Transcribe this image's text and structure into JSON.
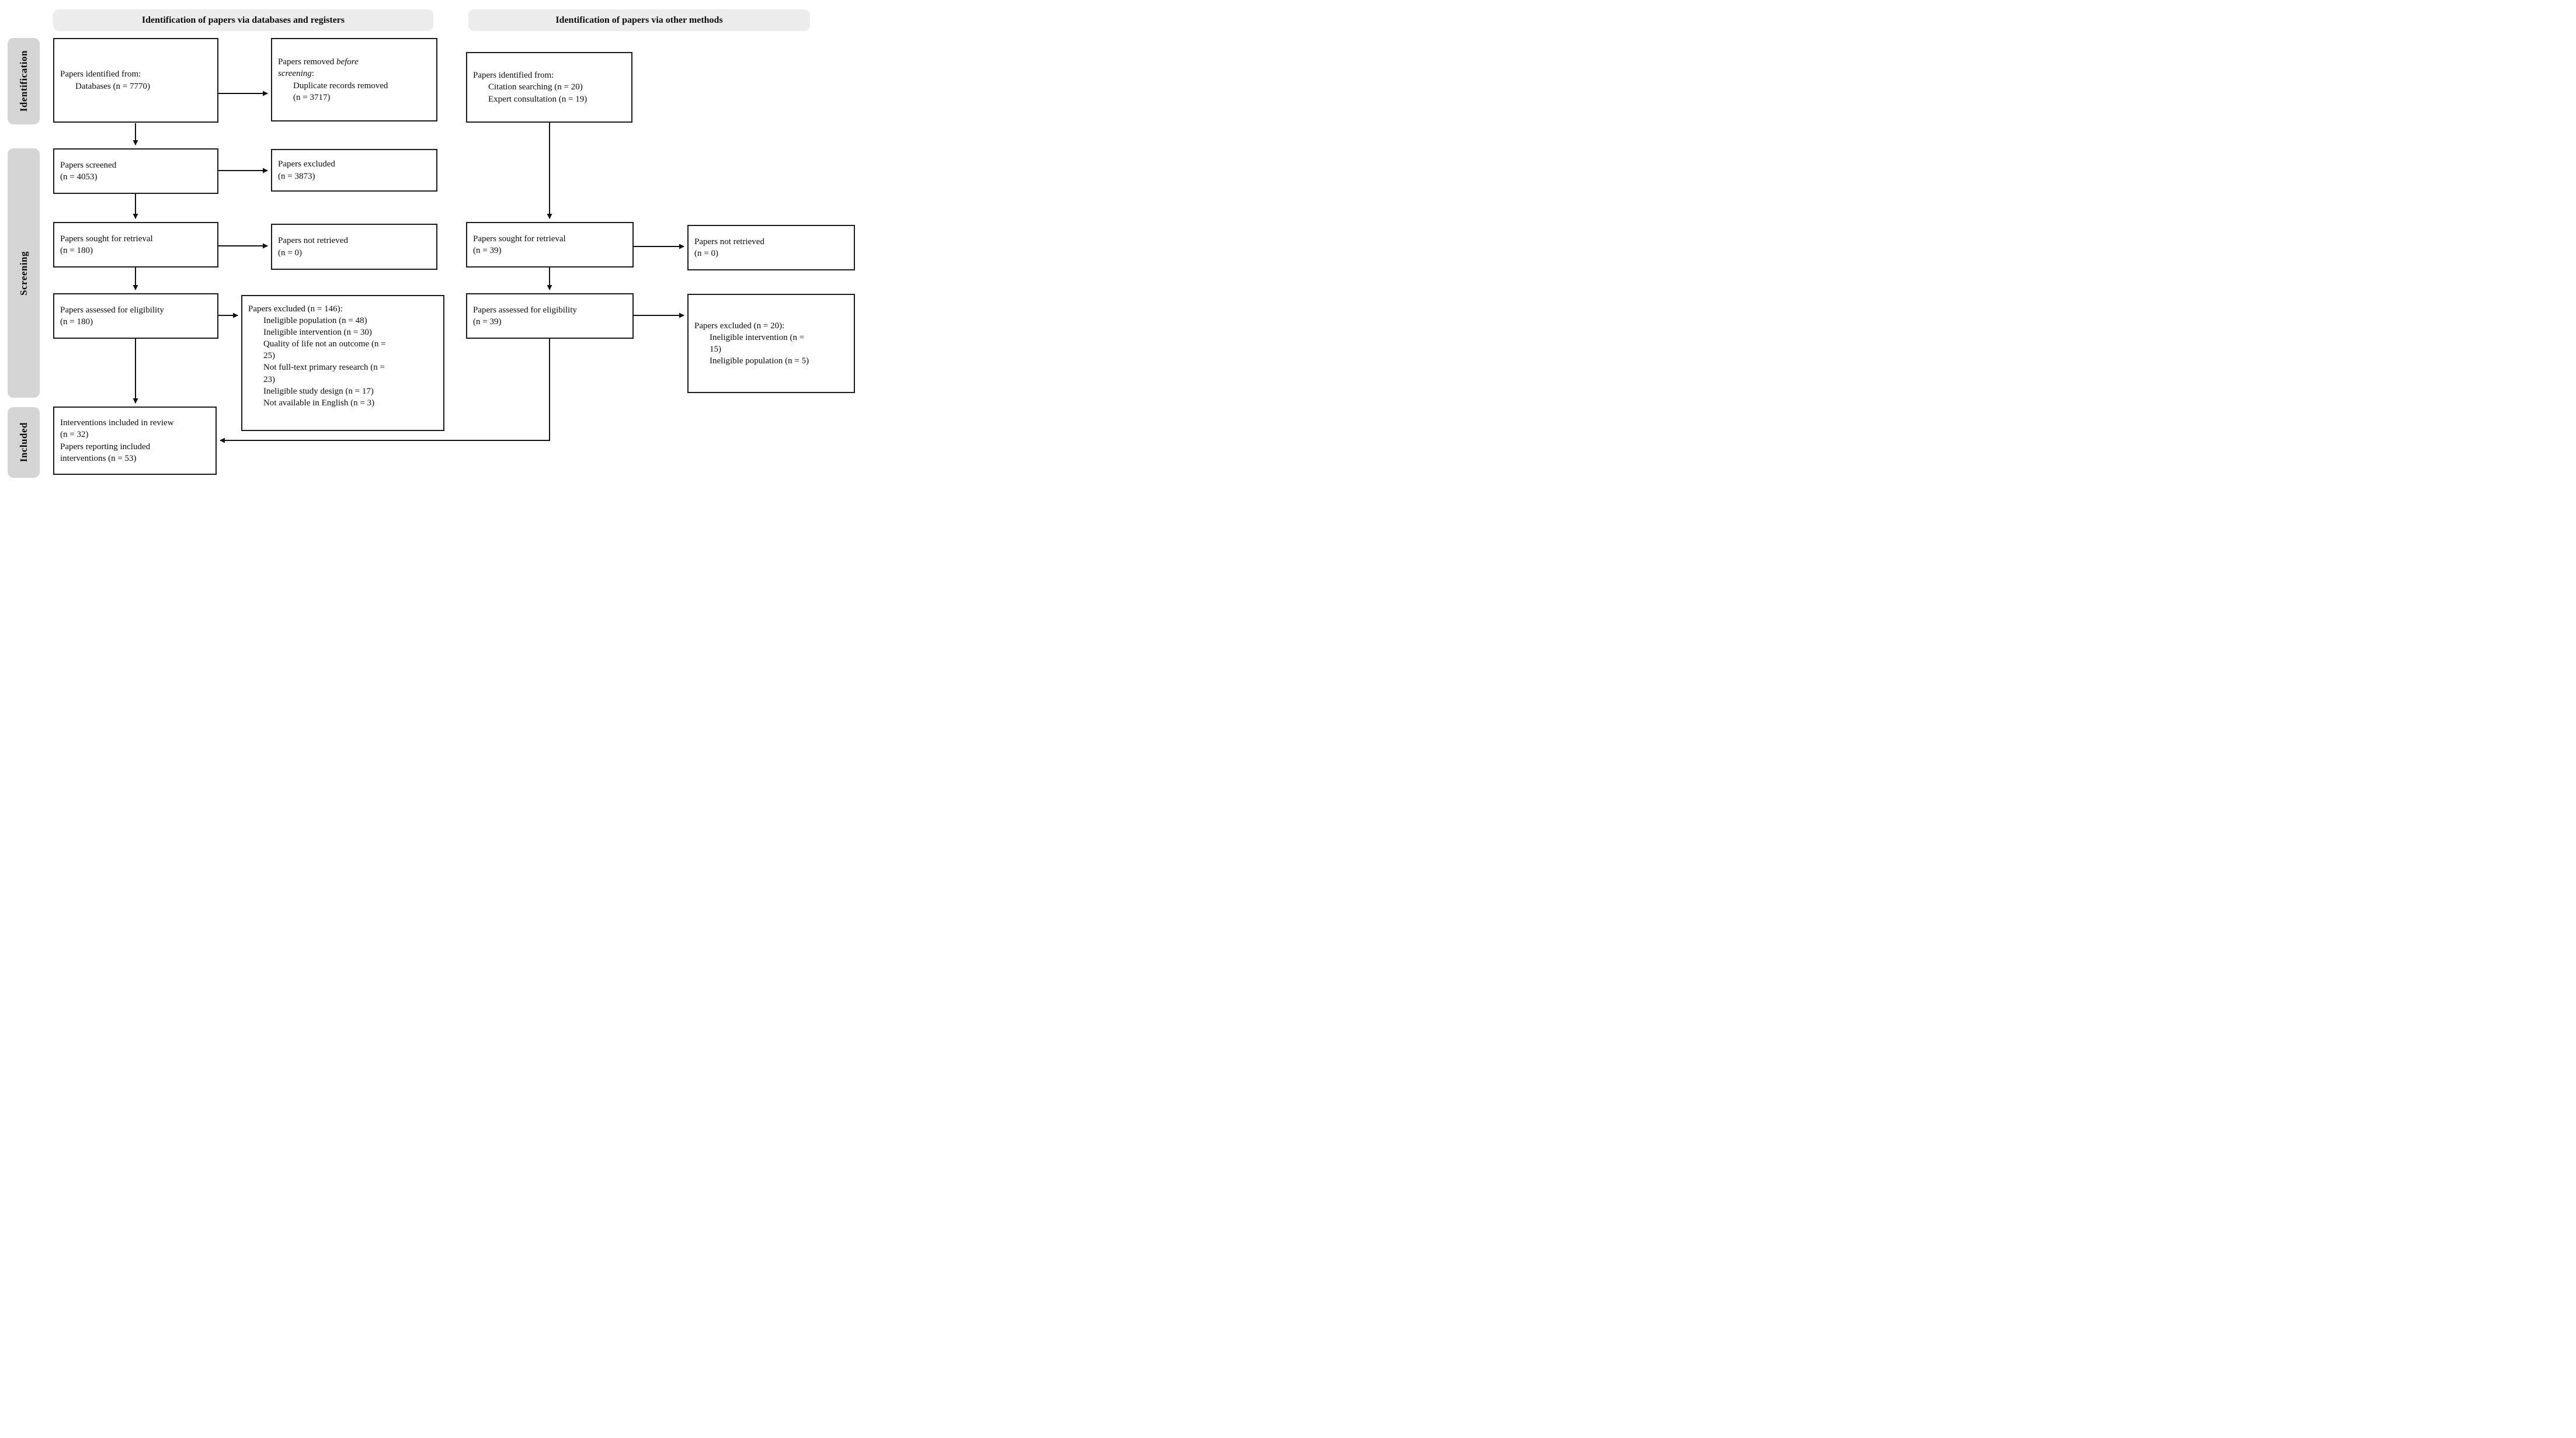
{
  "colors": {
    "header_bg": "#ececec",
    "stage_bg": "#d5d5d5",
    "box_border": "#1c1c1c"
  },
  "headers": {
    "left": "Identification of papers via databases and registers",
    "right": "Identification of papers via other methods"
  },
  "stages": [
    "Identification",
    "Screening",
    "Included"
  ],
  "boxes": {
    "identified_db": {
      "lines": [
        {
          "segs": [
            {
              "t": "Papers identified from:"
            }
          ]
        },
        {
          "indent": true,
          "segs": [
            {
              "t": "Databases (n = 7770)"
            }
          ]
        }
      ]
    },
    "removed_before_screening": {
      "lines": [
        {
          "segs": [
            {
              "t": "Papers removed "
            },
            {
              "t": "before",
              "it": true
            }
          ]
        },
        {
          "segs": [
            {
              "t": "screening",
              "it": true
            },
            {
              "t": ":"
            }
          ]
        },
        {
          "indent": true,
          "segs": [
            {
              "t": "Duplicate records removed"
            }
          ]
        },
        {
          "indent": true,
          "segs": [
            {
              "t": "(n = 3717)"
            }
          ]
        }
      ]
    },
    "identified_other": {
      "lines": [
        {
          "segs": [
            {
              "t": "Papers identified from:"
            }
          ]
        },
        {
          "indent": true,
          "segs": [
            {
              "t": "Citation searching (n = 20)"
            }
          ]
        },
        {
          "indent": true,
          "segs": [
            {
              "t": "Expert consultation (n = 19)"
            }
          ]
        }
      ]
    },
    "screened": {
      "lines": [
        {
          "segs": [
            {
              "t": "Papers screened"
            }
          ]
        },
        {
          "segs": [
            {
              "t": "(n = 4053)"
            }
          ]
        }
      ]
    },
    "excluded_screening": {
      "lines": [
        {
          "segs": [
            {
              "t": "Papers excluded"
            }
          ]
        },
        {
          "segs": [
            {
              "t": "(n = 3873)"
            }
          ]
        }
      ]
    },
    "sought_db": {
      "lines": [
        {
          "segs": [
            {
              "t": "Papers sought for retrieval"
            }
          ]
        },
        {
          "segs": [
            {
              "t": "(n = 180)"
            }
          ]
        }
      ]
    },
    "not_retrieved_db": {
      "lines": [
        {
          "segs": [
            {
              "t": "Papers not retrieved"
            }
          ]
        },
        {
          "segs": [
            {
              "t": "(n = 0)"
            }
          ]
        }
      ]
    },
    "sought_other": {
      "lines": [
        {
          "segs": [
            {
              "t": "Papers sought for retrieval"
            }
          ]
        },
        {
          "segs": [
            {
              "t": "(n = 39)"
            }
          ]
        }
      ]
    },
    "not_retrieved_other": {
      "lines": [
        {
          "segs": [
            {
              "t": "Papers not retrieved"
            }
          ]
        },
        {
          "segs": [
            {
              "t": "(n = 0)"
            }
          ]
        }
      ]
    },
    "assessed_db": {
      "lines": [
        {
          "segs": [
            {
              "t": "Papers assessed for eligibility"
            }
          ]
        },
        {
          "segs": [
            {
              "t": "(n = 180)"
            }
          ]
        }
      ]
    },
    "excluded_eligibility_db": {
      "lines": [
        {
          "segs": [
            {
              "t": "Papers excluded (n = 146):"
            }
          ]
        },
        {
          "indent": true,
          "segs": [
            {
              "t": "Ineligible population (n = 48)"
            }
          ]
        },
        {
          "indent": true,
          "segs": [
            {
              "t": "Ineligible intervention (n = 30)"
            }
          ]
        },
        {
          "indent": true,
          "segs": [
            {
              "t": "Quality of life not an outcome (n ="
            }
          ]
        },
        {
          "indent": true,
          "segs": [
            {
              "t": "25)"
            }
          ]
        },
        {
          "indent": true,
          "segs": [
            {
              "t": "Not full-text primary research (n ="
            }
          ]
        },
        {
          "indent": true,
          "segs": [
            {
              "t": "23)"
            }
          ]
        },
        {
          "indent": true,
          "segs": [
            {
              "t": "Ineligible study design (n = 17)"
            }
          ]
        },
        {
          "indent": true,
          "segs": [
            {
              "t": "Not available in English (n = 3)"
            }
          ]
        }
      ]
    },
    "assessed_other": {
      "lines": [
        {
          "segs": [
            {
              "t": "Papers assessed for eligibility"
            }
          ]
        },
        {
          "segs": [
            {
              "t": "(n = 39)"
            }
          ]
        }
      ]
    },
    "excluded_eligibility_other": {
      "lines": [
        {
          "segs": [
            {
              "t": "Papers excluded (n = 20):"
            }
          ]
        },
        {
          "indent": true,
          "segs": [
            {
              "t": "Ineligible intervention (n ="
            }
          ]
        },
        {
          "indent": true,
          "segs": [
            {
              "t": "15)"
            }
          ]
        },
        {
          "indent": true,
          "segs": [
            {
              "t": "Ineligible population (n = 5)"
            }
          ]
        }
      ]
    },
    "included": {
      "lines": [
        {
          "segs": [
            {
              "t": "Interventions included in review"
            }
          ]
        },
        {
          "segs": [
            {
              "t": "(n = 32)"
            }
          ]
        },
        {
          "segs": [
            {
              "t": "Papers reporting included"
            }
          ]
        },
        {
          "segs": [
            {
              "t": "interventions (n = 53)"
            }
          ]
        }
      ]
    }
  }
}
